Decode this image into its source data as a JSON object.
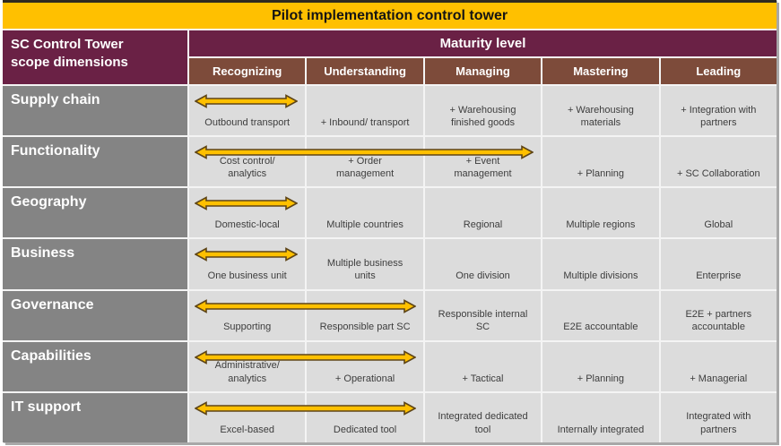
{
  "title": "Pilot implementation control tower",
  "scope_header": "SC Control Tower\nscope dimensions",
  "maturity_header": "Maturity level",
  "columns": [
    "Recognizing",
    "Understanding",
    "Managing",
    "Mastering",
    "Leading"
  ],
  "rows": [
    {
      "label": "Supply chain",
      "arrow_cols": 1,
      "cells": [
        "Outbound transport",
        "+ Inbound/ transport",
        "+ Warehousing\nfinished goods",
        "+ Warehousing\nmaterials",
        "+ Integration with\npartners"
      ]
    },
    {
      "label": "Functionality",
      "arrow_cols": 3,
      "cells": [
        "Cost control/\nanalytics",
        "+ Order\nmanagement",
        "+ Event\nmanagement",
        "+ Planning",
        "+ SC Collaboration"
      ]
    },
    {
      "label": "Geography",
      "arrow_cols": 1,
      "cells": [
        "Domestic-local",
        "Multiple countries",
        "Regional",
        "Multiple regions",
        "Global"
      ]
    },
    {
      "label": "Business",
      "arrow_cols": 1,
      "cells": [
        "One business unit",
        "Multiple business\nunits",
        "One division",
        "Multiple divisions",
        "Enterprise"
      ]
    },
    {
      "label": "Governance",
      "arrow_cols": 2,
      "cells": [
        "Supporting",
        "Responsible part SC",
        "Responsible internal\nSC",
        "E2E accountable",
        "E2E + partners\naccountable"
      ]
    },
    {
      "label": "Capabilities",
      "arrow_cols": 2,
      "cells": [
        "Administrative/\nanalytics",
        "+ Operational",
        "+ Tactical",
        "+ Planning",
        "+ Managerial"
      ]
    },
    {
      "label": "IT support",
      "arrow_cols": 2,
      "cells": [
        "Excel-based",
        "Dedicated tool",
        "Integrated dedicated\ntool",
        "Internally integrated",
        "Integrated with\npartners"
      ]
    }
  ],
  "colors": {
    "title_bg": "#FFC000",
    "header_bg": "#6A2145",
    "column_header_bg": "#7D4B3A",
    "row_label_bg": "#848484",
    "cell_bg": "#DCDCDC",
    "arrow_fill": "#FFC000",
    "arrow_outline": "#5E4517"
  }
}
